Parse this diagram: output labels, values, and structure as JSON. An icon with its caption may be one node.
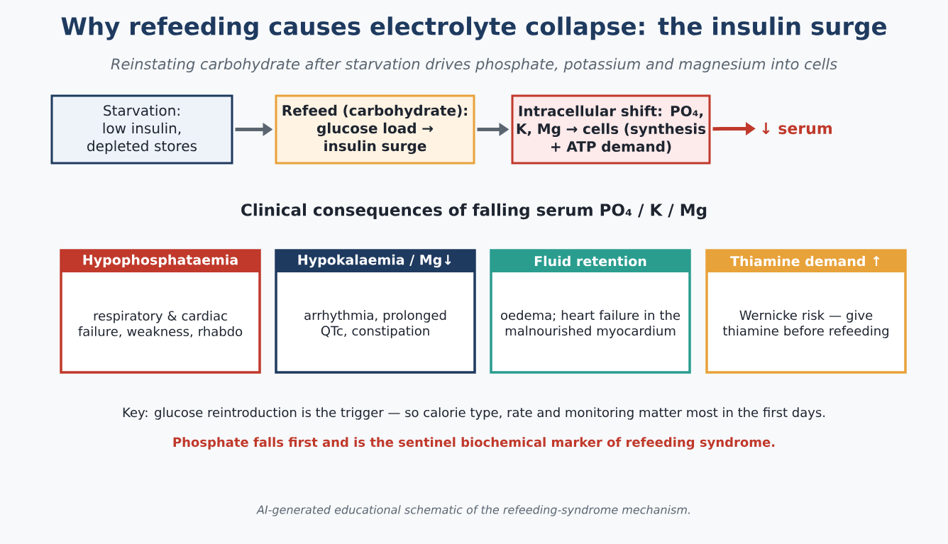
{
  "diagram": {
    "title": "Why refeeding causes electrolyte collapse: the insulin surge",
    "caption": "AI-generated educational schematic of the refeeding-syndrome mechanism.",
    "nodes": [
      {
        "text": [
          "Starvation: low insulin, depleted stores"
        ]
      },
      {
        "text": [
          "Refeed (carbohydrate): glucose load → insulin surge"
        ]
      },
      {
        "text": [
          "Intracellular shift: PO₄, K, Mg → cells (synthesis + ATP demand)"
        ]
      },
      {
        "text": [
          "↓ serum"
        ]
      },
      {
        "text": [
          "Hypophosphataemia",
          "respiratory & cardiac failure, weakness, rhabdo"
        ]
      },
      {
        "text": [
          "Hypokalaemia / Mg↓",
          "arrhythmia, prolonged QTc, constipation"
        ]
      },
      {
        "text": [
          "Fluid retention",
          "oedema; heart failure in the malnourished myocardium"
        ]
      },
      {
        "text": [
          "Thiamine demand ↑",
          "Wernicke risk — give thiamine before refeeding"
        ]
      }
    ],
    "edges": [
      {
        "from": 0,
        "to": 1,
        "arrow": "to"
      },
      {
        "from": 1,
        "to": 2,
        "arrow": "to"
      },
      {
        "from": 2,
        "to": 3,
        "arrow": "to",
        "color": "#c0392b"
      }
    ],
    "labels": [
      "Reinstating carbohydrate after starvation drives phosphate, potassium and magnesium into cells",
      "Clinical consequences of falling serum PO₄ / K / Mg",
      "Key: glucose reintroduction is the trigger — so calorie type, rate and monitoring matter most in the first days.",
      "Phosphate falls first and is the sentinel biochemical marker of refeeding syndrome."
    ]
  }
}
